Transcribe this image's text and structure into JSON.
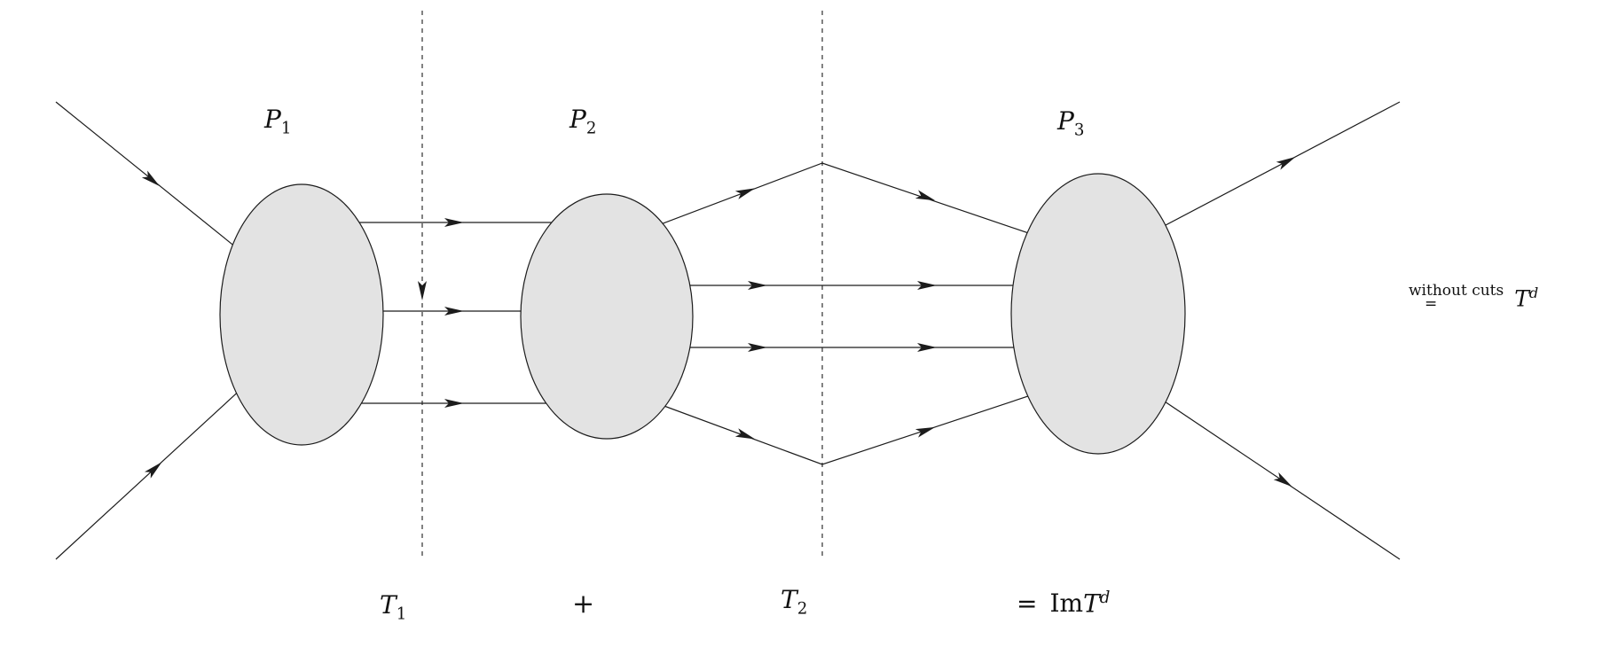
{
  "figure": {
    "blobs": [
      {
        "label": {
          "base": "P",
          "sub": "1"
        }
      },
      {
        "label": {
          "base": "P",
          "sub": "2"
        }
      },
      {
        "label": {
          "base": "P",
          "sub": "3"
        }
      }
    ],
    "cuts": [
      {
        "label": {
          "base": "T",
          "sub": "1"
        }
      },
      {
        "label": {
          "base": "T",
          "sub": "2"
        }
      }
    ],
    "operators": {
      "plus": "+",
      "equals": "="
    },
    "result": {
      "prefix": "Im",
      "symbol": "T",
      "superscript": "d"
    },
    "annotation": {
      "text": "without cuts",
      "equals": "=",
      "symbol": "T",
      "superscript": "d"
    }
  },
  "colors": {
    "background": "#ffffff",
    "blob_fill": "#e3e3e3",
    "line": "#1c1c1c"
  }
}
